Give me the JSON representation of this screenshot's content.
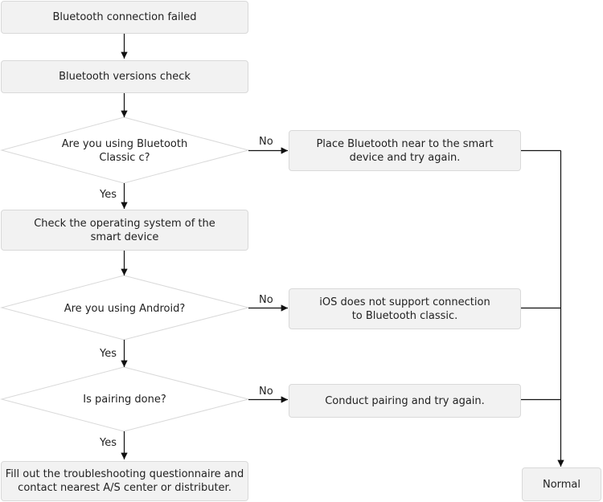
{
  "nodes": {
    "start": "Bluetooth connection failed",
    "versions_check": "Bluetooth versions check",
    "q_classic": "Are you using Bluetooth Classic c?",
    "place_near": "Place Bluetooth near to the smart device and try again.",
    "check_os": "Check the operating system of the smart device",
    "q_android": "Are you using Android?",
    "ios_unsupported": "iOS does not support connection to Bluetooth classic.",
    "q_pairing": "Is pairing done?",
    "conduct_pairing": "Conduct pairing and try again.",
    "fill_out": "Fill out the troubleshooting questionnaire and contact nearest A/S center or distributer.",
    "normal": "Normal"
  },
  "edge_labels": {
    "no_1": "No",
    "yes_1": "Yes",
    "no_2": "No",
    "yes_2": "Yes",
    "no_3": "No",
    "yes_3": "Yes"
  }
}
